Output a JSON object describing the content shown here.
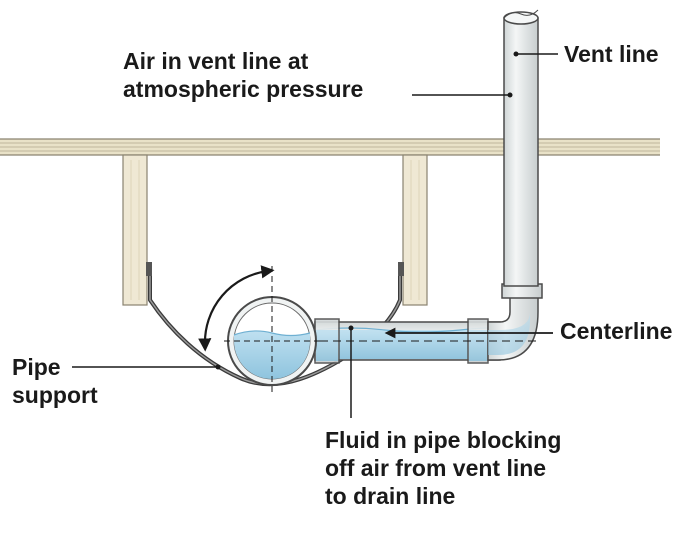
{
  "labels": {
    "air_in_vent": [
      "Air in vent line at",
      "atmospheric pressure"
    ],
    "vent_line": "Vent line",
    "centerline": "Centerline",
    "pipe_support": [
      "Pipe",
      "support"
    ],
    "fluid_blocking": [
      "Fluid in pipe blocking",
      "off air from vent line",
      "to drain line"
    ]
  },
  "colors": {
    "pipe_fill": "#e9ecec",
    "pipe_outline": "#4a4a4a",
    "water": "#a9d3e8",
    "water_dark": "#8cc2dd",
    "joist": "#efe8d4",
    "joist_outline": "#8a8370",
    "subfloor": "#e9e2c8",
    "text": "#1a1a1a",
    "leader": "#1a1a1a"
  }
}
